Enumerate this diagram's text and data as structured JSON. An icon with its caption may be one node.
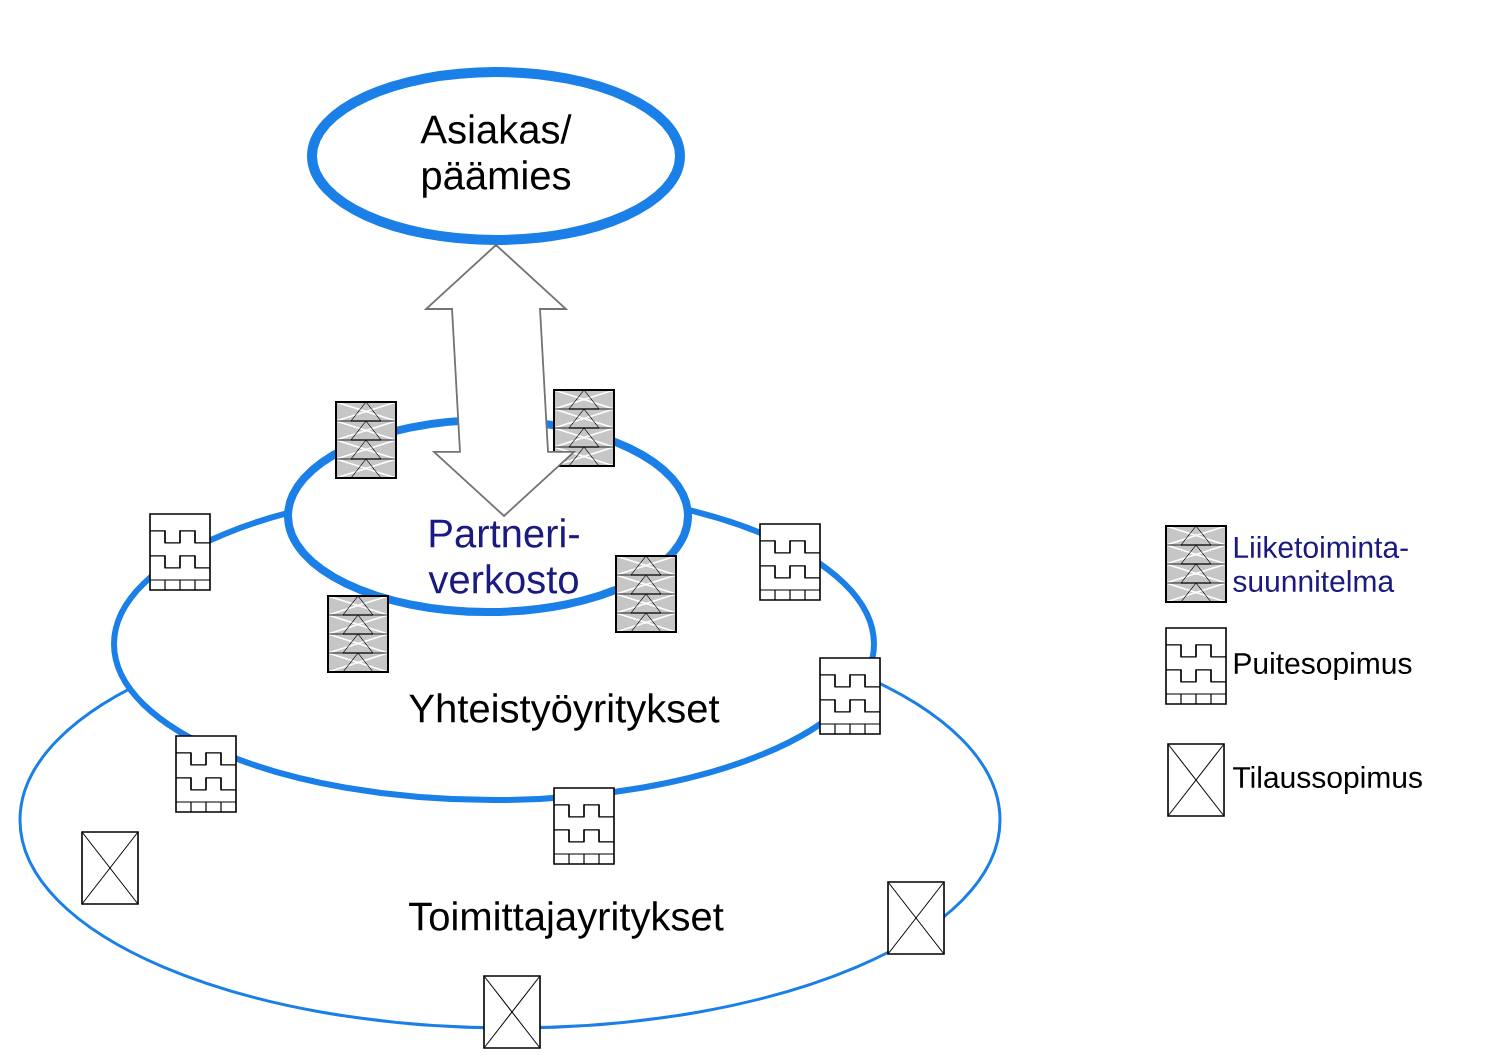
{
  "diagram": {
    "nodes": [
      {
        "text": [
          "Asiakas/ päämies"
        ]
      },
      {
        "text": [
          "Toimittajayritykset"
        ]
      },
      {
        "text": [
          "Yhteistyöyritykset"
        ]
      },
      {
        "text": [
          "Partneri- verkosto"
        ]
      }
    ],
    "edges": [
      {
        "from": 0,
        "to": 3,
        "arrow": "both"
      }
    ],
    "legend": [
      {
        "text": "Liiketoiminta- suunnitelma"
      },
      {
        "text": "Puitesopimus"
      },
      {
        "text": "Tilaussopimus"
      }
    ]
  }
}
